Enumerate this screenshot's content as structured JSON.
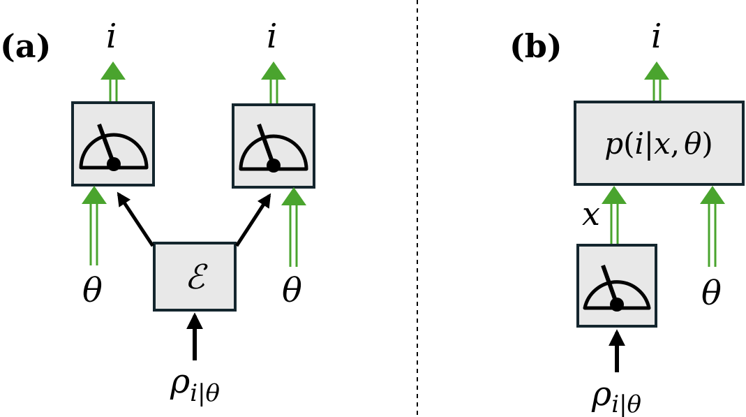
{
  "figure": {
    "panel_a": {
      "label": "(a)",
      "output_left": "i",
      "output_right": "i",
      "theta_left": "θ",
      "theta_right": "θ",
      "channel": "ℰ",
      "input_state": {
        "base": "ρ",
        "subscript": "i|θ"
      }
    },
    "panel_b": {
      "label": "(b)",
      "output": "i",
      "box_text": {
        "p": "p",
        "open": "(",
        "var_i": "i",
        "sep": "|",
        "var_x": "x",
        "comma": ",",
        "var_theta": "θ",
        "close": ")"
      },
      "measurement_output": "x",
      "theta": "θ",
      "input_state": {
        "base": "ρ",
        "subscript": "i|θ"
      }
    }
  },
  "colors": {
    "box_fill": "#e8e8e8",
    "box_stroke": "#14262e",
    "classical_wire": "#4aa42e",
    "quantum_arrow": "#000000",
    "divider": "#000000"
  },
  "icons": [
    "meter-icon",
    "meter-icon",
    "meter-icon"
  ]
}
